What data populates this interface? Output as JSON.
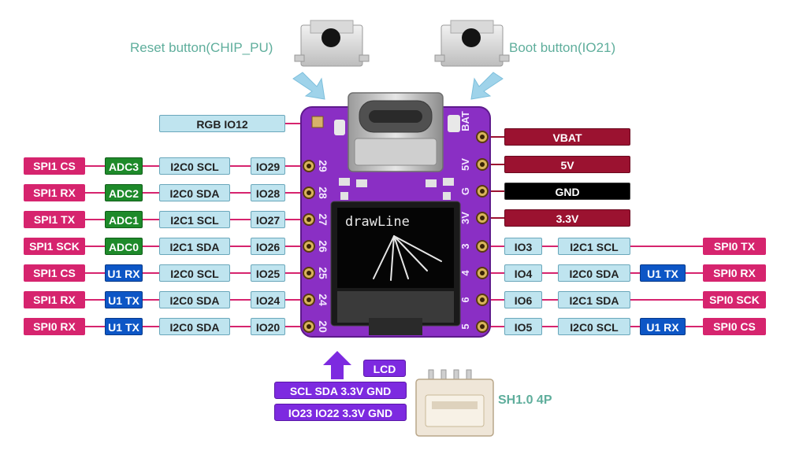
{
  "captions": {
    "reset": "Reset button(CHIP_PU)",
    "boot": "Boot button(IO21)",
    "connector": "SH1.0 4P"
  },
  "board": {
    "oled_text": "drawLine",
    "left_pin_silk": [
      "29",
      "28",
      "27",
      "26",
      "25",
      "24",
      "20"
    ],
    "right_pin_silk": [
      "BAT",
      "5V",
      "G",
      "3V",
      "3",
      "4",
      "6",
      "5"
    ]
  },
  "left_rows": [
    {
      "spi": "SPI1 CS",
      "mid": "ADC3",
      "mid_kind": "green",
      "i2c": "I2C0 SCL",
      "io": "IO29"
    },
    {
      "spi": "SPI1 RX",
      "mid": "ADC2",
      "mid_kind": "green",
      "i2c": "I2C0 SDA",
      "io": "IO28"
    },
    {
      "spi": "SPI1 TX",
      "mid": "ADC1",
      "mid_kind": "green",
      "i2c": "I2C1 SCL",
      "io": "IO27"
    },
    {
      "spi": "SPI1 SCK",
      "mid": "ADC0",
      "mid_kind": "green",
      "i2c": "I2C1 SDA",
      "io": "IO26"
    },
    {
      "spi": "SPI1 CS",
      "mid": "U1 RX",
      "mid_kind": "blue",
      "i2c": "I2C0 SCL",
      "io": "IO25"
    },
    {
      "spi": "SPI1 RX",
      "mid": "U1 TX",
      "mid_kind": "blue",
      "i2c": "I2C0 SDA",
      "io": "IO24"
    },
    {
      "spi": "SPI0 RX",
      "mid": "U1 TX",
      "mid_kind": "blue",
      "i2c": "I2C0 SDA",
      "io": "IO20"
    }
  ],
  "rgb_label": "RGB IO12",
  "power_rows": [
    {
      "label": "VBAT",
      "kind": "dred"
    },
    {
      "label": "5V",
      "kind": "dred"
    },
    {
      "label": "GND",
      "kind": "black"
    },
    {
      "label": "3.3V",
      "kind": "dred"
    }
  ],
  "right_rows": [
    {
      "io": "IO3",
      "i2c": "I2C1 SCL",
      "uart": "",
      "spi": "SPI0 TX"
    },
    {
      "io": "IO4",
      "i2c": "I2C0 SDA",
      "uart": "U1 TX",
      "spi": "SPI0 RX"
    },
    {
      "io": "IO6",
      "i2c": "I2C1 SDA",
      "uart": "",
      "spi": "SPI0 SCK"
    },
    {
      "io": "IO5",
      "i2c": "I2C0 SCL",
      "uart": "U1 RX",
      "spi": "SPI0 CS"
    }
  ],
  "lcd": {
    "title": "LCD",
    "signals": "SCL SDA 3.3V GND",
    "pins": "IO23 IO22 3.3V GND"
  },
  "colors": {
    "board": "#8a2fc4",
    "pink": "#d6246e",
    "arrow": "#7d2ae0",
    "caption": "#5fae9c"
  }
}
